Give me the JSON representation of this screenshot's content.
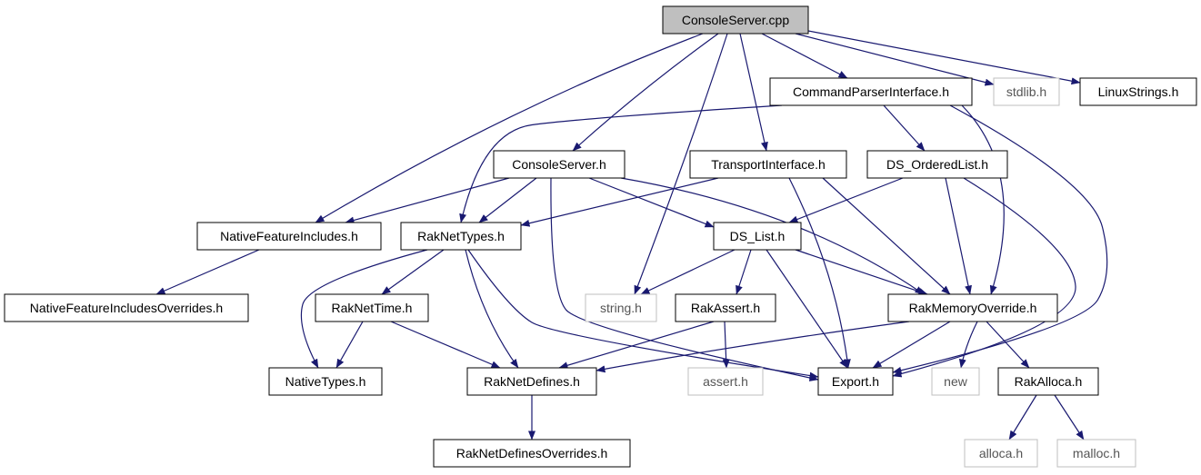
{
  "colors": {
    "edge": "#191970",
    "border_default": "#000000",
    "border_external": "#bfbfbf",
    "fill_root": "#bfbfbf",
    "fill_default": "#ffffff",
    "text_default": "#000000",
    "text_external": "#555555"
  },
  "nodes": [
    {
      "id": "consoleserver_cpp",
      "label": "ConsoleServer.cpp",
      "style": "root"
    },
    {
      "id": "commandparserinterface_h",
      "label": "CommandParserInterface.h",
      "style": "default"
    },
    {
      "id": "stdlib_h",
      "label": "stdlib.h",
      "style": "external"
    },
    {
      "id": "linuxstrings_h",
      "label": "LinuxStrings.h",
      "style": "default"
    },
    {
      "id": "consoleserver_h",
      "label": "ConsoleServer.h",
      "style": "default"
    },
    {
      "id": "transportinterface_h",
      "label": "TransportInterface.h",
      "style": "default"
    },
    {
      "id": "ds_orderedlist_h",
      "label": "DS_OrderedList.h",
      "style": "default"
    },
    {
      "id": "nativefeatureincludes_h",
      "label": "NativeFeatureIncludes.h",
      "style": "default"
    },
    {
      "id": "raknettypes_h",
      "label": "RakNetTypes.h",
      "style": "default"
    },
    {
      "id": "ds_list_h",
      "label": "DS_List.h",
      "style": "default"
    },
    {
      "id": "nativefeatureincludesoverrides_h",
      "label": "NativeFeatureIncludesOverrides.h",
      "style": "default"
    },
    {
      "id": "raknettime_h",
      "label": "RakNetTime.h",
      "style": "default"
    },
    {
      "id": "string_h",
      "label": "string.h",
      "style": "external"
    },
    {
      "id": "rakassert_h",
      "label": "RakAssert.h",
      "style": "default"
    },
    {
      "id": "rakmemoryoverride_h",
      "label": "RakMemoryOverride.h",
      "style": "default"
    },
    {
      "id": "nativetypes_h",
      "label": "NativeTypes.h",
      "style": "default"
    },
    {
      "id": "raknetdefines_h",
      "label": "RakNetDefines.h",
      "style": "default"
    },
    {
      "id": "assert_h",
      "label": "assert.h",
      "style": "external"
    },
    {
      "id": "export_h",
      "label": "Export.h",
      "style": "default"
    },
    {
      "id": "new",
      "label": "new",
      "style": "external"
    },
    {
      "id": "rakalloca_h",
      "label": "RakAlloca.h",
      "style": "default"
    },
    {
      "id": "raknetdefinesoverrides_h",
      "label": "RakNetDefinesOverrides.h",
      "style": "default"
    },
    {
      "id": "alloca_h",
      "label": "alloca.h",
      "style": "external"
    },
    {
      "id": "malloc_h",
      "label": "malloc.h",
      "style": "external"
    }
  ],
  "edges": [
    {
      "from": "consoleserver_cpp",
      "to": "commandparserinterface_h"
    },
    {
      "from": "consoleserver_cpp",
      "to": "stdlib_h"
    },
    {
      "from": "consoleserver_cpp",
      "to": "linuxstrings_h"
    },
    {
      "from": "consoleserver_cpp",
      "to": "consoleserver_h"
    },
    {
      "from": "consoleserver_cpp",
      "to": "transportinterface_h"
    },
    {
      "from": "consoleserver_cpp",
      "to": "nativefeatureincludes_h"
    },
    {
      "from": "consoleserver_cpp",
      "to": "string_h"
    },
    {
      "from": "commandparserinterface_h",
      "to": "raknettypes_h"
    },
    {
      "from": "commandparserinterface_h",
      "to": "ds_orderedlist_h"
    },
    {
      "from": "commandparserinterface_h",
      "to": "rakmemoryoverride_h"
    },
    {
      "from": "commandparserinterface_h",
      "to": "export_h"
    },
    {
      "from": "consoleserver_h",
      "to": "nativefeatureincludes_h"
    },
    {
      "from": "consoleserver_h",
      "to": "raknettypes_h"
    },
    {
      "from": "consoleserver_h",
      "to": "ds_list_h"
    },
    {
      "from": "consoleserver_h",
      "to": "rakmemoryoverride_h"
    },
    {
      "from": "consoleserver_h",
      "to": "export_h"
    },
    {
      "from": "transportinterface_h",
      "to": "raknettypes_h"
    },
    {
      "from": "transportinterface_h",
      "to": "rakmemoryoverride_h"
    },
    {
      "from": "transportinterface_h",
      "to": "export_h"
    },
    {
      "from": "ds_orderedlist_h",
      "to": "ds_list_h"
    },
    {
      "from": "ds_orderedlist_h",
      "to": "rakmemoryoverride_h"
    },
    {
      "from": "ds_orderedlist_h",
      "to": "export_h"
    },
    {
      "from": "nativefeatureincludes_h",
      "to": "nativefeatureincludesoverrides_h"
    },
    {
      "from": "raknettypes_h",
      "to": "raknettime_h"
    },
    {
      "from": "raknettypes_h",
      "to": "nativetypes_h"
    },
    {
      "from": "raknettypes_h",
      "to": "raknetdefines_h"
    },
    {
      "from": "raknettypes_h",
      "to": "export_h"
    },
    {
      "from": "ds_list_h",
      "to": "string_h"
    },
    {
      "from": "ds_list_h",
      "to": "rakassert_h"
    },
    {
      "from": "ds_list_h",
      "to": "rakmemoryoverride_h"
    },
    {
      "from": "ds_list_h",
      "to": "export_h"
    },
    {
      "from": "raknettime_h",
      "to": "nativetypes_h"
    },
    {
      "from": "raknettime_h",
      "to": "raknetdefines_h"
    },
    {
      "from": "rakassert_h",
      "to": "raknetdefines_h"
    },
    {
      "from": "rakassert_h",
      "to": "assert_h"
    },
    {
      "from": "rakmemoryoverride_h",
      "to": "raknetdefines_h"
    },
    {
      "from": "rakmemoryoverride_h",
      "to": "export_h"
    },
    {
      "from": "rakmemoryoverride_h",
      "to": "new"
    },
    {
      "from": "rakmemoryoverride_h",
      "to": "rakalloca_h"
    },
    {
      "from": "raknetdefines_h",
      "to": "raknetdefinesoverrides_h"
    },
    {
      "from": "rakalloca_h",
      "to": "alloca_h"
    },
    {
      "from": "rakalloca_h",
      "to": "malloc_h"
    }
  ]
}
